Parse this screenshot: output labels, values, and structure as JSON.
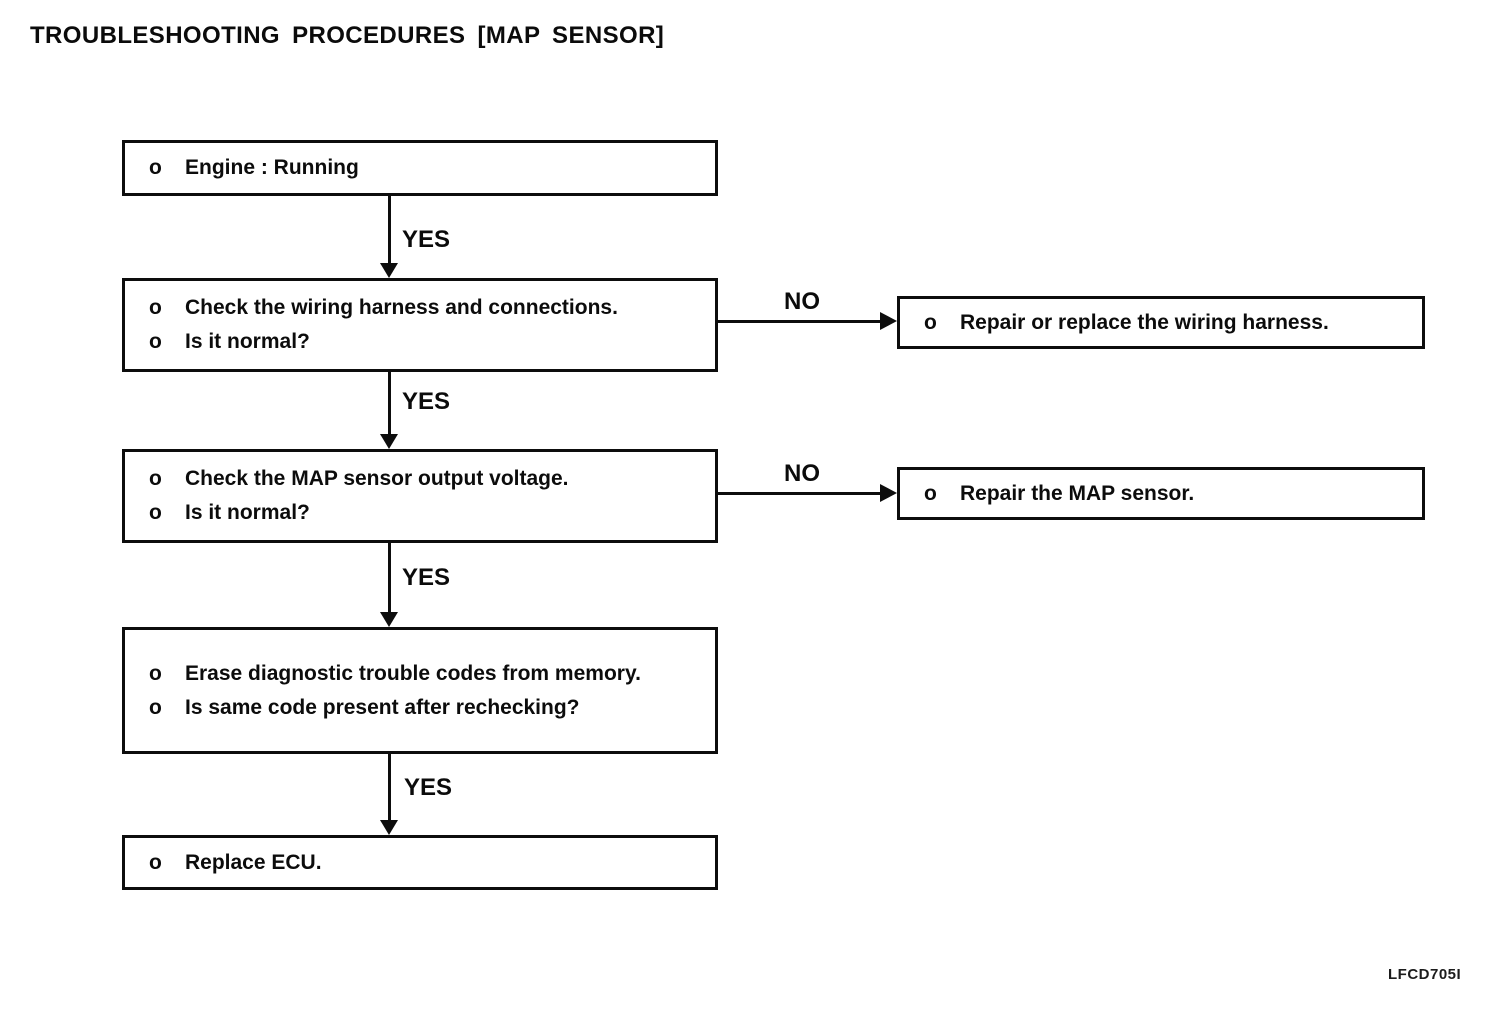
{
  "page": {
    "title": "TROUBLESHOOTING PROCEDURES [MAP SENSOR]",
    "footer_code": "LFCD705I"
  },
  "flowchart": {
    "bullet": "o",
    "yes_label": "YES",
    "no_label": "NO",
    "nodes": [
      {
        "id": "engine-running",
        "lines": [
          "Engine : Running"
        ]
      },
      {
        "id": "check-wiring",
        "lines": [
          "Check the wiring harness and connections.",
          "Is it normal?"
        ]
      },
      {
        "id": "repair-wiring",
        "lines": [
          "Repair or replace the wiring harness."
        ]
      },
      {
        "id": "check-map-voltage",
        "lines": [
          "Check the MAP sensor output voltage.",
          "Is it normal?"
        ]
      },
      {
        "id": "repair-map",
        "lines": [
          "Repair the MAP sensor."
        ]
      },
      {
        "id": "erase-codes",
        "lines": [
          "Erase diagnostic trouble codes from memory.",
          "Is same code present after rechecking?"
        ]
      },
      {
        "id": "replace-ecu",
        "lines": [
          "Replace ECU."
        ]
      }
    ]
  }
}
